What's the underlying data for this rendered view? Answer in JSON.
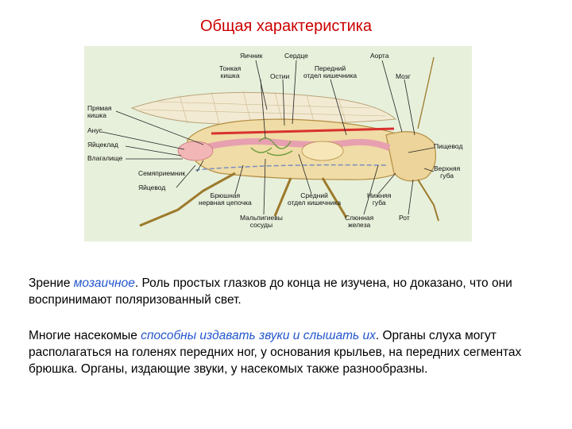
{
  "slide": {
    "title": "Общая характеристика"
  },
  "diagram": {
    "labels": {
      "yaichnik": "Яичник",
      "serdtse": "Сердце",
      "aorta": "Аорта",
      "tonkaya_kishka": "Тонкая\nкишка",
      "ostii": "Остии",
      "peredniy_otdel": "Передний\nотдел кишечника",
      "mozg": "Мозг",
      "pryamaya_kishka": "Прямая\nкишка",
      "anus": "Анус",
      "yaytseklad": "Яйцеклад",
      "vlagalishche": "Влагалище",
      "pishchevod": "Пищевод",
      "verkhnyaya_guba": "Верхняя\nгуба",
      "semyapriemnik": "Семяприемник",
      "yaytsevod": "Яйцевод",
      "bryushnaya_tsepochka": "Брюшная\nнервная цепочка",
      "sredniy_otdel": "Средний\nотдел кишечника",
      "nizhnyaya_guba": "Нижняя\nгуба",
      "malpigievy": "Мальпигиевы\nсосуды",
      "slyunnaya": "Слюнная\nжелеза",
      "rot": "Рот"
    }
  },
  "paragraph1": {
    "p1": "Зрение ",
    "hl1": "мозаичное",
    "p2": ". Роль простых глазков до конца не изучена, но доказано, что они воспринимают поляризованный свет."
  },
  "paragraph2": {
    "p1": "Многие насекомые ",
    "hl1": "способны издавать звуки и слышать их",
    "p2": ". Органы слуха могут располагаться на голенях передних ног, у основания крыльев, на передних сегментах брюшка. Органы, издающие звуки, у насекомых также разнообразны."
  }
}
